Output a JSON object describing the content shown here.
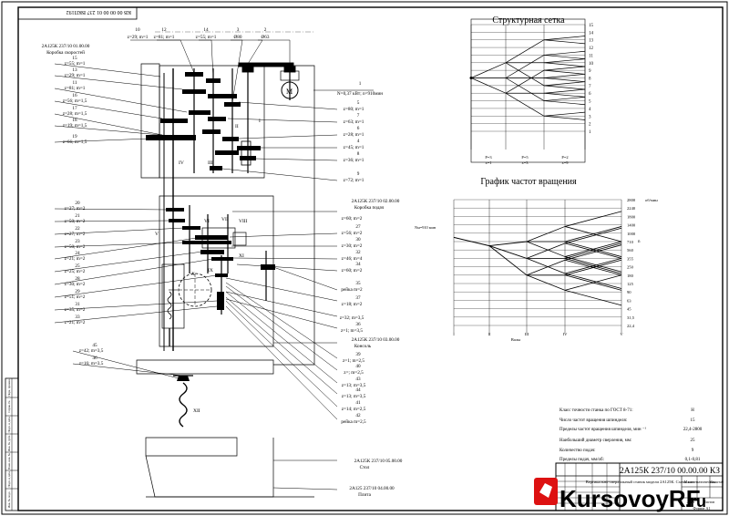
{
  "stamp_code": "КВ 00 00 00 01 237 ВКП192",
  "left_strip": [
    "Перв. примен.",
    "Справ. №",
    "Подп. и дата",
    "Инв. № дубл.",
    "Взам. инв. №",
    "Подп. и дата",
    "Инв. № подл."
  ],
  "kinematic": {
    "top_labels": [
      {
        "num": "10",
        "val": "z=29; m=1"
      },
      {
        "num": "12",
        "val": "z=81; m=1"
      },
      {
        "num": "14",
        "val": "z=55; m=1"
      },
      {
        "num": "3",
        "val": "Ø80"
      },
      {
        "num": "2",
        "val": "Ø63"
      }
    ],
    "gearbox_title": "2А125К 237/10 01.00.00",
    "gearbox_name": "Коробка скоростей",
    "left_labels": [
      {
        "num": "15",
        "val": "z=55; m=1"
      },
      {
        "num": "13",
        "val": "z=29; m=1"
      },
      {
        "num": "11",
        "val": "z=81; m=1"
      },
      {
        "num": "16",
        "val": "z=56; m=1,5"
      },
      {
        "num": "17",
        "val": "z=28; m=1,5"
      },
      {
        "num": "18",
        "val": "z=19; m=1,5"
      },
      {
        "num": "19",
        "val": "z=66; m=1,5"
      }
    ],
    "motor_label": "N=0,37 кВт; n=910мин",
    "motor_num": "1",
    "right_labels": [
      {
        "num": "5",
        "val": "z=80; m=1"
      },
      {
        "num": "7",
        "val": "z=63; m=1"
      },
      {
        "num": "6",
        "val": "z=28; m=1"
      },
      {
        "num": "4",
        "val": "z=45; m=1"
      },
      {
        "num": "8",
        "val": "z=36; m=1"
      },
      {
        "num": "9",
        "val": "z=72; m=1"
      }
    ],
    "feed_left_labels": [
      {
        "num": "20",
        "val": "z=27; m=2"
      },
      {
        "num": "21",
        "val": "z=50; m=2"
      },
      {
        "num": "22",
        "val": "z=27; m=2"
      },
      {
        "num": "23",
        "val": "z=50; m=2"
      },
      {
        "num": "24",
        "val": "z=21; m=2"
      },
      {
        "num": "25",
        "val": "z=25; m=2"
      },
      {
        "num": "28",
        "val": "z=30; m=2"
      },
      {
        "num": "29",
        "val": "z=51; m=2"
      },
      {
        "num": "31",
        "val": "z=35; m=2"
      },
      {
        "num": "33",
        "val": "z=21; m=2"
      }
    ],
    "feed_title": "2А125К 237/10 02.00.00",
    "feed_name": "Коробка подач",
    "feed_right_labels": [
      {
        "num": "",
        "val": "z=60; m=2"
      },
      {
        "num": "27",
        "val": "z=56; m=2"
      },
      {
        "num": "30",
        "val": "z=30; m=2"
      },
      {
        "num": "32",
        "val": "z=46; m=4"
      },
      {
        "num": "34",
        "val": "z=60; m=2"
      },
      {
        "num": "35",
        "val": "рейка m=2"
      },
      {
        "num": "37",
        "val": "z=18; m=2"
      },
      {
        "num": "",
        "val": "z=32; m=3,5"
      },
      {
        "num": "36",
        "val": "z=1; m=3,5"
      }
    ],
    "spindle_title": "2А125К 237/10 03.00.00",
    "spindle_name": "Консоль",
    "lower_right_labels": [
      {
        "num": "39",
        "val": "z=1; m=2,5"
      },
      {
        "num": "40",
        "val": "z=; m=2,5"
      },
      {
        "num": "43",
        "val": "z=13; m=3,5"
      },
      {
        "num": "44",
        "val": "z=13; m=3,5"
      },
      {
        "num": "41",
        "val": "z=14; m=2,5"
      },
      {
        "num": "42",
        "val": "рейка m=2,5"
      }
    ],
    "bottom_left_labels": [
      {
        "num": "45",
        "val": "z=42; m=3,5"
      },
      {
        "num": "46",
        "val": "z=16; m=3,5"
      }
    ],
    "table_title": "2А125К 237/10 05.00.00",
    "table_name": "Стол",
    "plate_title": "2А125 237/10 04.00.00",
    "plate_name": "Плита",
    "shaft_numerals": [
      "I",
      "II",
      "III",
      "IV",
      "V",
      "VI",
      "VII",
      "VIII",
      "IX",
      "X",
      "XI",
      "XII"
    ]
  },
  "structure_grid": {
    "title": "Структурная сетка",
    "y_labels": [
      "15",
      "14",
      "13",
      "12",
      "11",
      "10",
      "9",
      "8",
      "7",
      "6",
      "5",
      "4",
      "3",
      "2",
      "1"
    ],
    "bottom_labels": [
      {
        "p": "P=3",
        "x": "x=1"
      },
      {
        "p": "P=5",
        "x": "x=3"
      },
      {
        "p": "P=2",
        "x": "x=9"
      }
    ]
  },
  "speed_graph": {
    "title": "График частот вращения",
    "left_label": "Nм=910 мин",
    "unit_label": "об/мин",
    "y_labels": [
      "2800",
      "2240",
      "1800",
      "1400",
      "1000",
      "710",
      "560",
      "355",
      "250",
      "180",
      "125",
      "90",
      "63",
      "45",
      "31,5",
      "22,4"
    ],
    "x_labels": [
      "I",
      "II",
      "III",
      "IV",
      "V"
    ],
    "x_title": "Валы",
    "n_label": "n"
  },
  "specs": [
    {
      "label": "Класс точности станка по ГОСТ 8-71:",
      "value": "Н"
    },
    {
      "label": "Число частот вращения шпинделя:",
      "value": "15"
    },
    {
      "label": "Пределы частот вращения шпинделя, мин ⁻¹",
      "value": "22,4-2800"
    },
    {
      "label": "Наибольший диаметр сверления, мм:",
      "value": "25"
    },
    {
      "label": "Количество подач:",
      "value": "9"
    },
    {
      "label": "Пределы подач, мм/об:",
      "value": "0,1-0,81"
    }
  ],
  "title_block": {
    "doc_code": "2А125К 237/10 00.00.00 КЗ",
    "title_text": "Вертикально-сверлильный станок модели 2А125К. Схема кинематическая",
    "sheet": "Лист",
    "sheets": "Листов",
    "mass": "Масса",
    "scale": "Масштаб",
    "format": "Формат А1"
  },
  "watermark": {
    "main": "KursovoyRF",
    "sub": ".ru"
  }
}
